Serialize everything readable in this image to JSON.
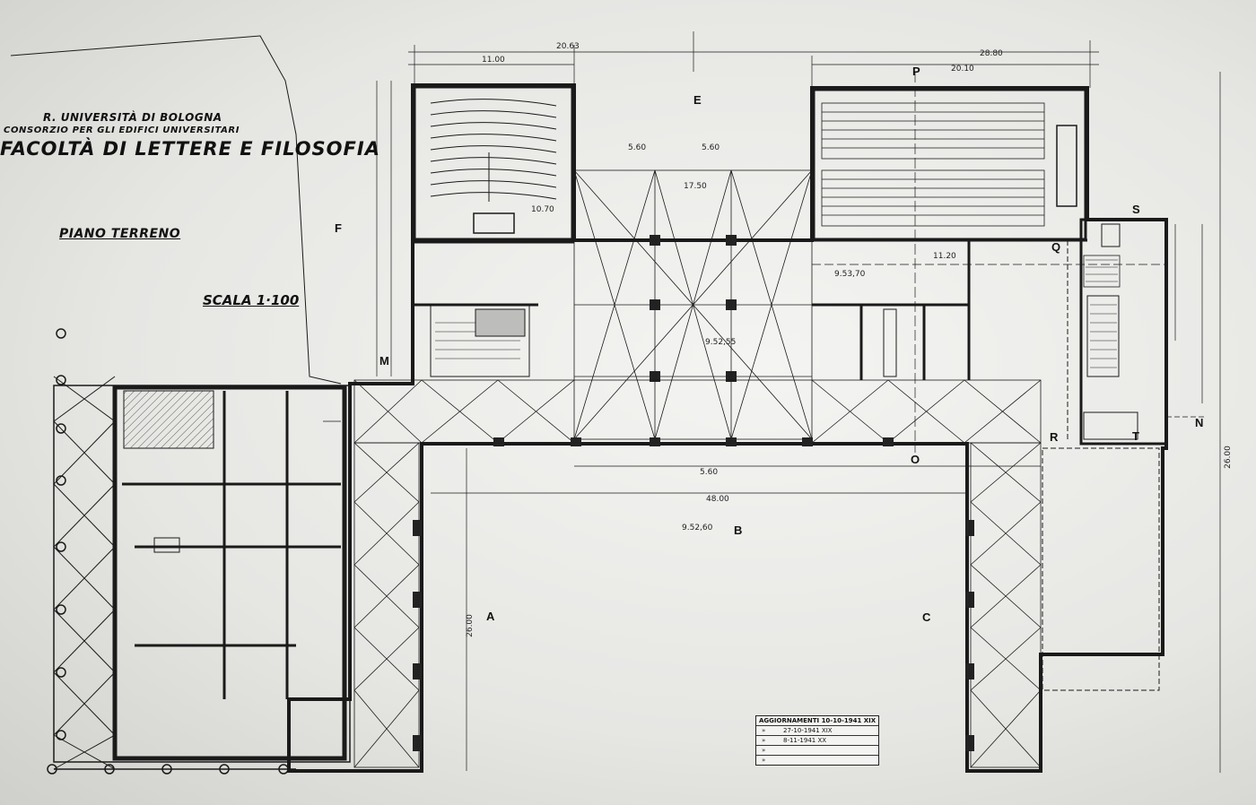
{
  "title_block": {
    "university": "R. UNIVERSITÀ DI BOLOGNA",
    "consortium": "CONSORZIO PER GLI EDIFICI UNIVERSITARI",
    "faculty": "FACOLTÀ DI LETTERE E FILOSOFIA",
    "floor": "PIANO TERRENO",
    "scale": "SCALA 1·100"
  },
  "zones": [
    "A",
    "B",
    "C",
    "E",
    "F",
    "M",
    "N",
    "O",
    "P",
    "Q",
    "R",
    "S",
    "T"
  ],
  "dimensions": {
    "top_total": "20.63",
    "top_left": "11.00",
    "top_right": "28.80",
    "top_right_inner": "20.10",
    "hall": "17.50",
    "court_width": "48.00",
    "bay_1": "5.60",
    "bay_2": "5.60",
    "bay_3": "5.60",
    "aula_left": "10.70",
    "aula_right": "11.20",
    "level_1": "9.52,60",
    "level_2": "9.53,70",
    "level_3": "9.52,55",
    "side_a": "26.00",
    "side_right": "26.00"
  },
  "legend": {
    "heading": "AGGIORNAMENTI",
    "entries": [
      "10-10-1941 XIX",
      "27-10-1941 XIX",
      "8-11-1941 XX",
      "",
      ""
    ]
  }
}
